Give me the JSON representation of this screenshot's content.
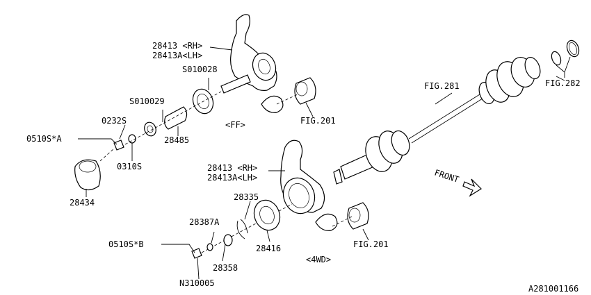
{
  "diagram_id": "A281001166",
  "direction_label": "FRONT",
  "groups": {
    "ff": "<FF>",
    "wd": "<4WD>"
  },
  "labels": {
    "housing_ff": "28413 <RH>",
    "housing_ff_lh": "28413A<LH>",
    "housing_wd": "28413 <RH>",
    "housing_wd_lh": "28413A<LH>",
    "bearing_ff": "S010028",
    "bearing_ff2": "S010029",
    "nut_0232s": "0232S",
    "bolt_a": "0510S*A",
    "washer_0310s": "0310S",
    "spacer_28485": "28485",
    "hub_28434": "28434",
    "fig281": "FIG.281",
    "fig282": "FIG.282",
    "fig201_top": "FIG.201",
    "fig201_bottom": "FIG.201",
    "snap_28335": "28335",
    "collar_28387a": "28387A",
    "bolt_b": "0510S*B",
    "washer_28358": "28358",
    "nut_n310005": "N310005",
    "bearing_28416": "28416"
  }
}
